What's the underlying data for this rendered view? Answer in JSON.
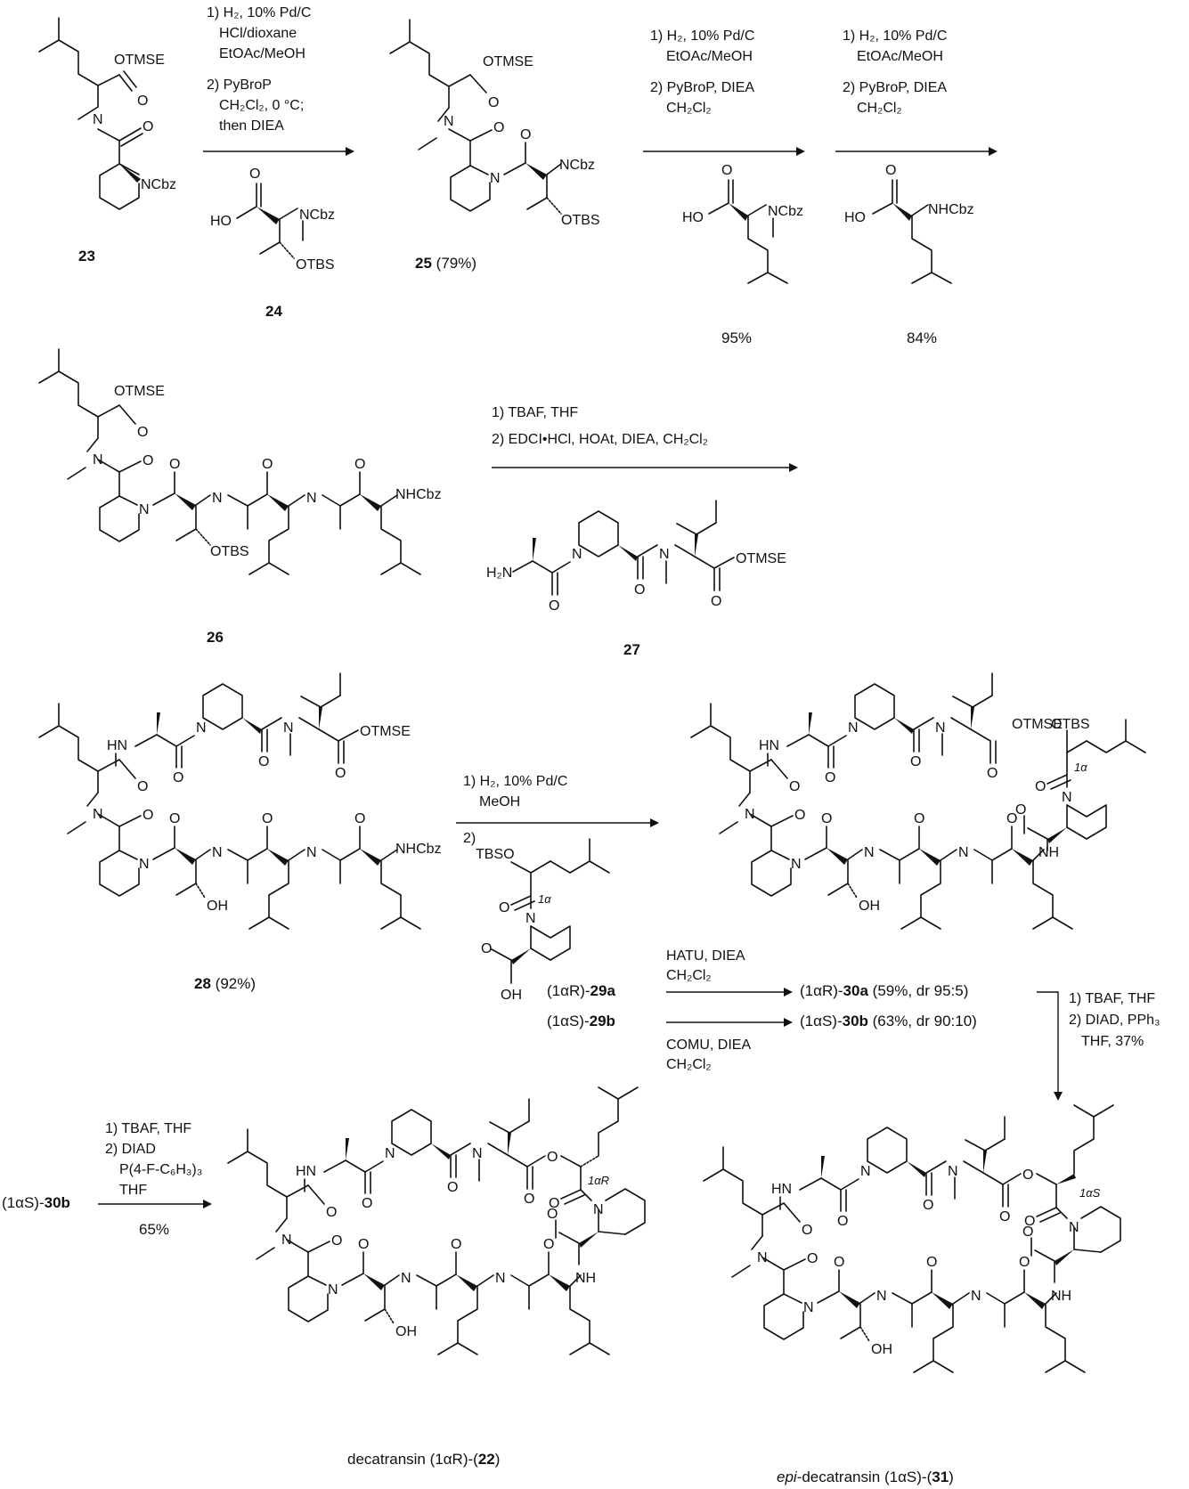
{
  "compounds": {
    "c23": "23",
    "c24": "24",
    "c25": "25",
    "c25_yield": "(79%)",
    "c26": "26",
    "c27": "27",
    "c28": "28",
    "c28_yield": "(92%)",
    "c29a_prefix": "(1αR)-",
    "c29a": "29a",
    "c29b_prefix": "(1αS)-",
    "c29b": "29b",
    "c30a_prefix": "(1αR)-",
    "c30a": "30a",
    "c30a_yield": "(59%, dr 95:5)",
    "c30b_prefix": "(1αS)-",
    "c30b": "30b",
    "c30b_yield": "(63%, dr 90:10)",
    "c30b_start_prefix": "(1αS)-",
    "c30b_start": "30b",
    "decatransin_name": "decatransin (1αR)-(",
    "decatransin_num": "22",
    "decatransin_close": ")",
    "epi_prefix": "epi",
    "epi_name": "-decatransin (1αS)-(",
    "epi_num": "31",
    "epi_close": ")"
  },
  "conditions": {
    "step1": [
      "1) H₂, 10% Pd/C",
      "HCl/dioxane",
      "EtOAc/MeOH",
      "2) PyBroP",
      "CH₂Cl₂, 0 °C;",
      "then DIEA"
    ],
    "step2": [
      "1) H₂, 10% Pd/C",
      "EtOAc/MeOH",
      "2) PyBroP, DIEA",
      "CH₂Cl₂"
    ],
    "step2_yield": "95%",
    "step3": [
      "1) H₂, 10% Pd/C",
      "EtOAc/MeOH",
      "2) PyBroP, DIEA",
      "CH₂Cl₂"
    ],
    "step3_yield": "84%",
    "step4": [
      "1) TBAF, THF",
      "2) EDCI•HCl, HOAt, DIEA, CH₂Cl₂"
    ],
    "step5": [
      "1) H₂, 10% Pd/C",
      "MeOH",
      "2)"
    ],
    "step6a": [
      "HATU, DIEA",
      "CH₂Cl₂"
    ],
    "step6b": [
      "COMU, DIEA",
      "CH₂Cl₂"
    ],
    "step7": [
      "1) TBAF, THF",
      "2) DIAD, PPh₃",
      "THF,  37%"
    ],
    "step8": [
      "1) TBAF, THF",
      "2) DIAD",
      "P(4-F-C₆H₃)₃",
      "THF"
    ],
    "step8_yield": "65%"
  },
  "atoms": {
    "otmse": "OTMSE",
    "n": "N",
    "ncbz": "NCbz",
    "nhcbz": "NHCbz",
    "ho": "HO",
    "otbs": "OTBS",
    "o": "O",
    "oh": "OH",
    "hn": "HN",
    "nh": "NH",
    "h2n": "H₂N",
    "tbso": "TBSO",
    "one_alpha": "1α",
    "one_alpha_r": "1αR",
    "one_alpha_s": "1αS"
  }
}
